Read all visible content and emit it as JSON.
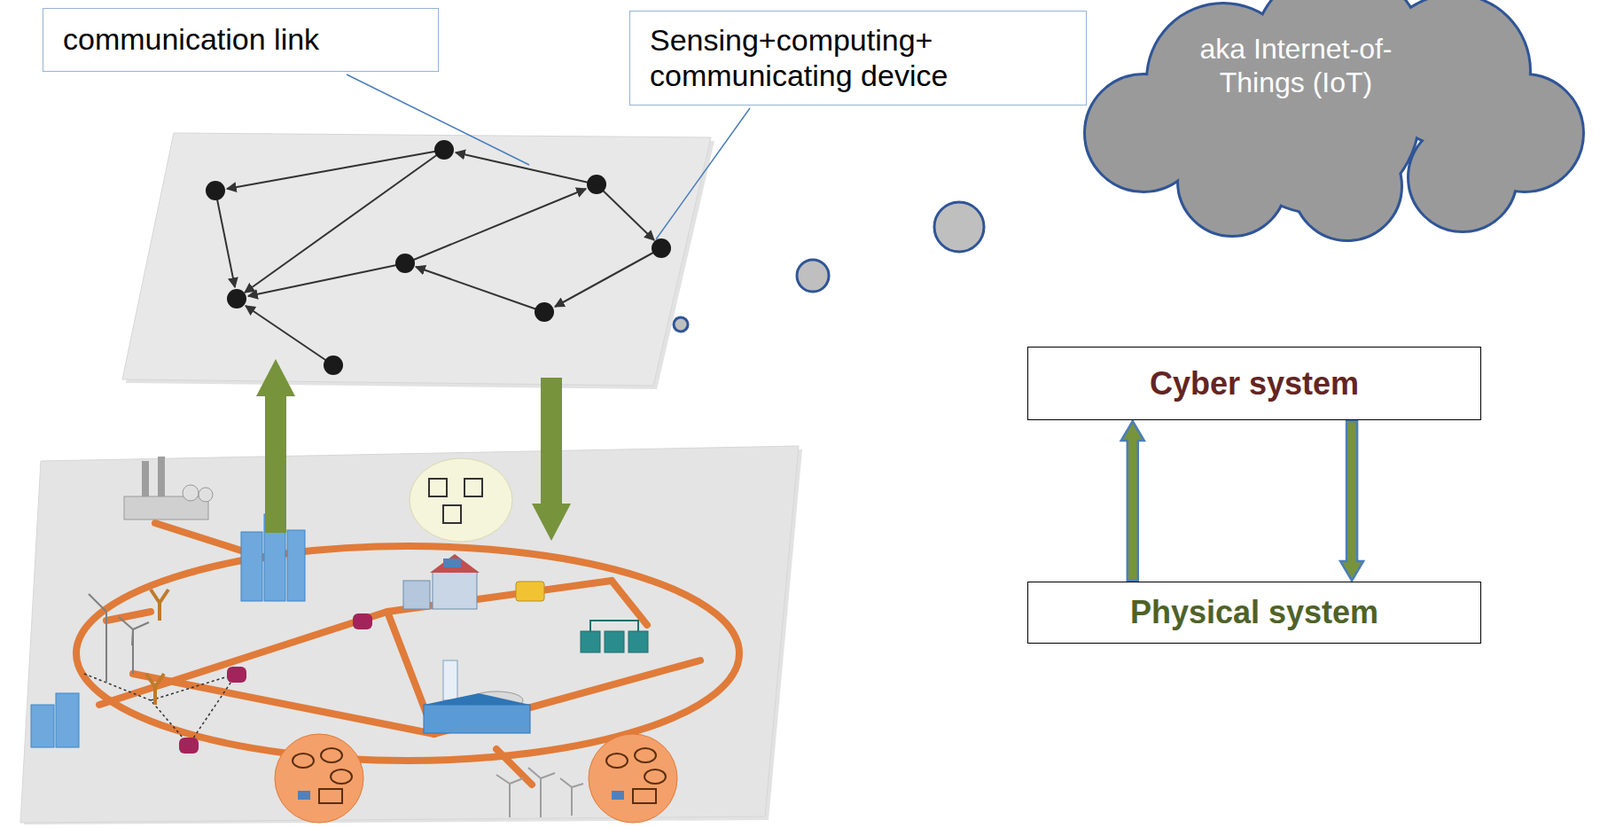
{
  "diagram": {
    "nodes": [
      {
        "text": [
          "communication link"
        ]
      },
      {
        "text": [
          "Sensing+computing+ communicating device"
        ]
      },
      {
        "text": [
          "aka Internet-of-Things (IoT)"
        ]
      },
      {
        "text": [
          "Cyber system"
        ]
      },
      {
        "text": [
          "Physical system"
        ]
      }
    ],
    "edges": [
      {
        "from": 4,
        "to": 3,
        "arrow": "to"
      },
      {
        "from": 3,
        "to": 4,
        "arrow": "to"
      }
    ]
  }
}
